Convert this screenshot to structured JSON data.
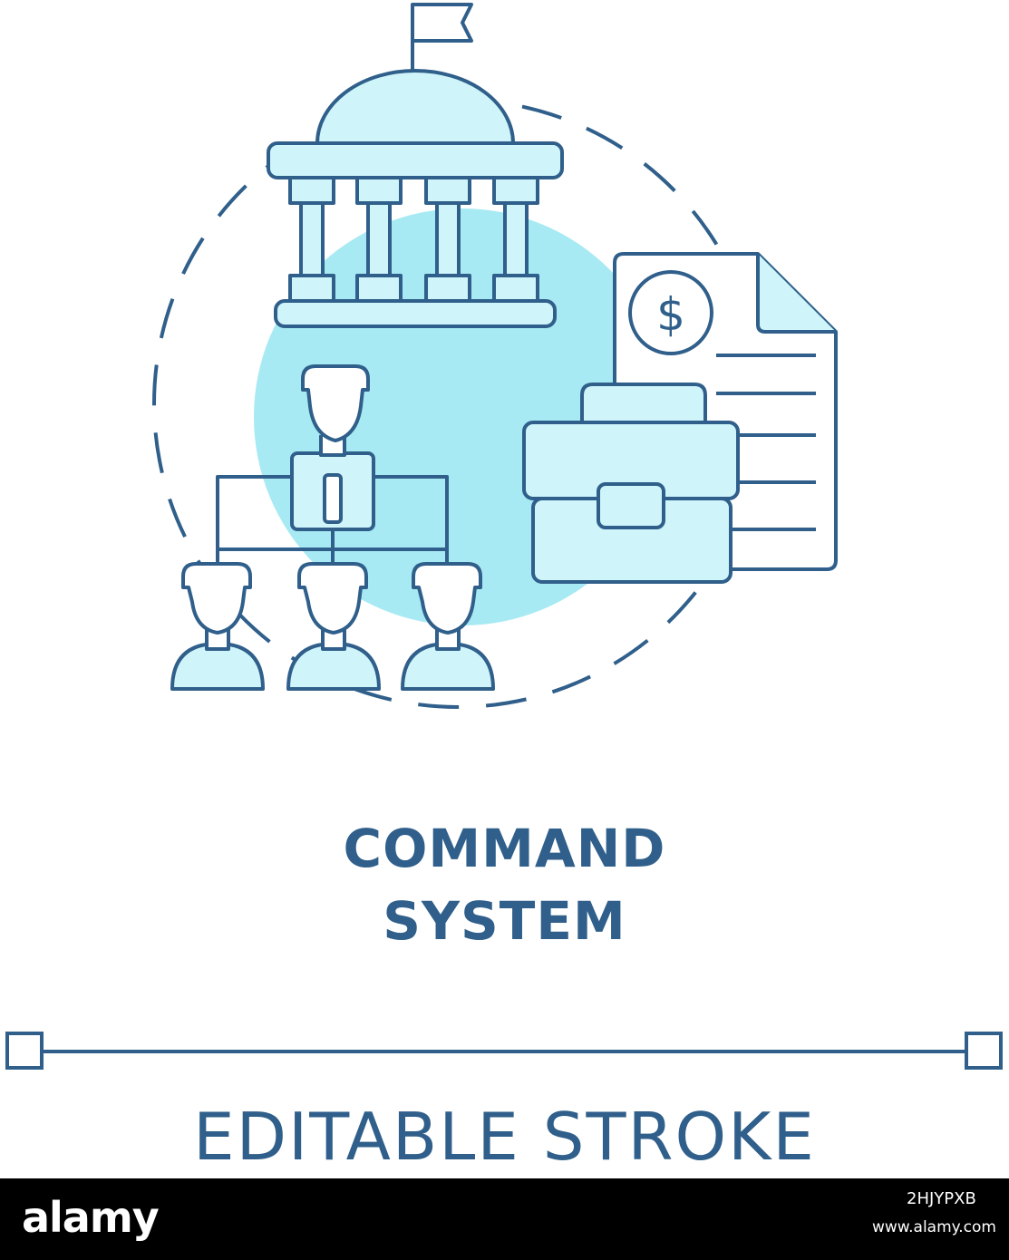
{
  "concept": {
    "title_line1": "COMMAND",
    "title_line2": "SYSTEM",
    "editable_label": "EDITABLE STROKE"
  },
  "icon": {
    "name": "command-system-icon",
    "dollar_sign": "$"
  },
  "footer": {
    "logo": "alamy",
    "image_id": "2HJYPXB",
    "credit": "www.alamy.com"
  },
  "colors": {
    "stroke": "#2f5f8a",
    "fill_light": "#cff5fa",
    "fill_circle": "#a8eaf3",
    "background": "#ffffff",
    "footer_bg": "#000000"
  }
}
